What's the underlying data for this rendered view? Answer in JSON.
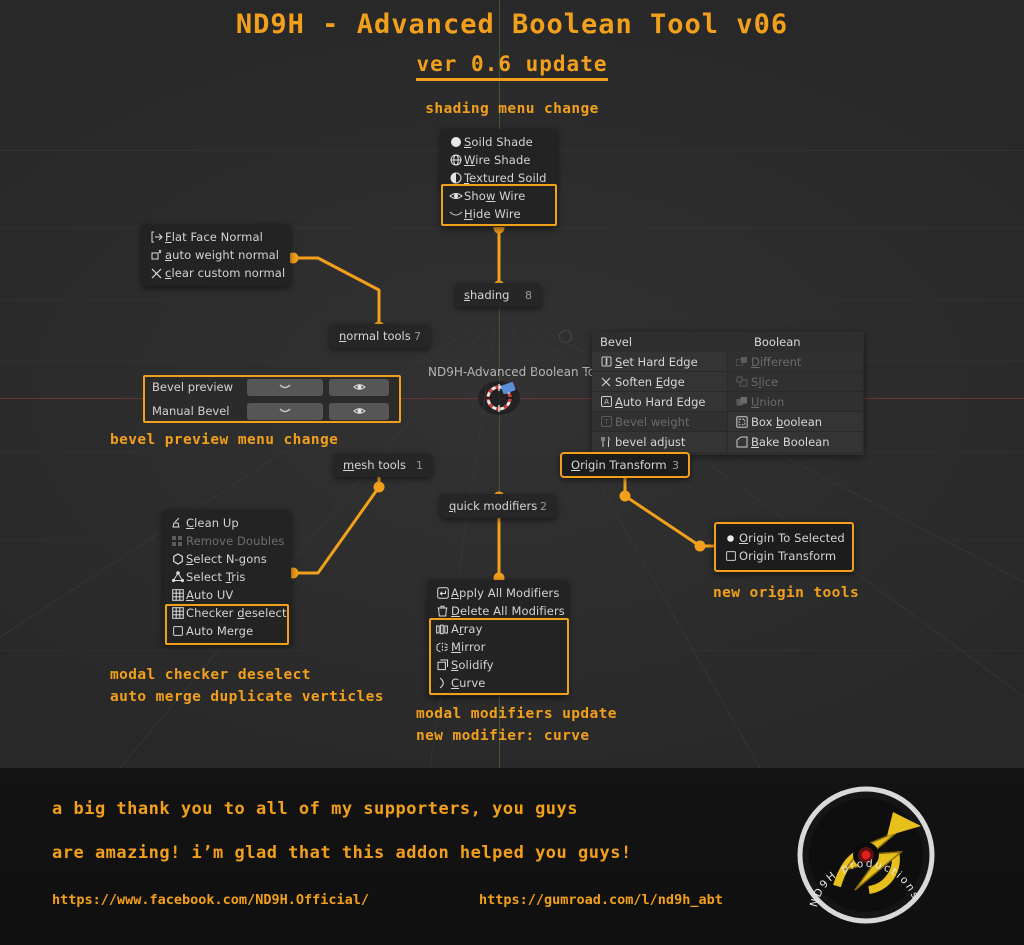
{
  "header": {
    "title": "ND9H - Advanced Boolean Tool v06",
    "subtitle": "ver 0.6 update",
    "shading_caption": "shading menu change"
  },
  "viewport": {
    "object_label": "ND9H-Advanced Boolean Tool",
    "cursor_icon": "3d-cursor-icon"
  },
  "nodes": {
    "shading": {
      "label": "shading",
      "count": "8"
    },
    "normal_tools": {
      "label": "normal tools",
      "count": "7"
    },
    "mesh_tools": {
      "label": "mesh tools",
      "count": "1"
    },
    "quick_modifiers": {
      "label": "quick modifiers",
      "count": "2"
    },
    "origin_transform": {
      "label": "Origin Transform",
      "count": "3"
    }
  },
  "shading_menu": {
    "items": [
      {
        "label": "Soild Shade",
        "icon": "filled-circle-icon",
        "accel": "S",
        "dim": false,
        "highlight": false
      },
      {
        "label": "Wire Shade",
        "icon": "wireframe-globe-icon",
        "accel": "W",
        "dim": false,
        "highlight": false
      },
      {
        "label": "Textured Soild",
        "icon": "half-shaded-circle-icon",
        "accel": "T",
        "dim": false,
        "highlight": false
      },
      {
        "label": "Show Wire",
        "icon": "eye-icon",
        "accel": "w",
        "dim": false,
        "highlight": true
      },
      {
        "label": "Hide Wire",
        "icon": "closed-eye-icon",
        "accel": "H",
        "dim": false,
        "highlight": true
      }
    ]
  },
  "normal_tools_menu": {
    "items": [
      {
        "label": "Flat Face Normal",
        "icon": "flat-normal-icon",
        "accel": "F",
        "dim": false
      },
      {
        "label": "auto weight normal",
        "icon": "weight-normal-icon",
        "accel": "a",
        "dim": false
      },
      {
        "label": "clear custom normal",
        "icon": "x-icon",
        "accel": "c",
        "dim": false
      }
    ]
  },
  "bevel_preview": {
    "rows": [
      {
        "label": "Bevel preview",
        "dropdown_icon": "chevron-down-icon",
        "eye_icon": "eye-icon"
      },
      {
        "label": "Manual Bevel",
        "dropdown_icon": "chevron-down-icon",
        "eye_icon": "eye-icon"
      }
    ],
    "caption": "bevel preview menu change"
  },
  "bevel_boolean_panel": {
    "bevel_header": "Bevel",
    "boolean_header": "Boolean",
    "bevel_items": [
      {
        "label": "Set Hard Edge",
        "icon": "hard-edge-icon",
        "accel": "S",
        "dim": false
      },
      {
        "label": "Soften Edge",
        "icon": "x-icon",
        "accel": "E",
        "dim": false
      },
      {
        "label": "Auto Hard Edge",
        "icon": "letter-a-icon",
        "accel": "A",
        "dim": false
      },
      {
        "label": "Bevel weight",
        "icon": "letter-t-icon",
        "accel": "",
        "dim": true
      },
      {
        "label": "bevel adjust",
        "icon": "wrench-icon",
        "accel": "",
        "dim": false
      }
    ],
    "boolean_items": [
      {
        "label": "Different",
        "icon": "difference-icon",
        "accel": "D",
        "dim": true
      },
      {
        "label": "Slice",
        "icon": "slice-icon",
        "accel": "l",
        "dim": true
      },
      {
        "label": "Union",
        "icon": "union-icon",
        "accel": "U",
        "dim": true
      },
      {
        "label": "Box boolean",
        "icon": "box-boolean-icon",
        "accel": "b",
        "dim": false
      },
      {
        "label": "Bake Boolean",
        "icon": "bake-icon",
        "accel": "B",
        "dim": false
      }
    ]
  },
  "origin_tools_menu": {
    "items": [
      {
        "label": "Origin To Selected",
        "icon": "radio-filled-icon",
        "accel": "O"
      },
      {
        "label": "Origin Transform",
        "icon": "checkbox-icon",
        "accel": ""
      }
    ],
    "caption": "new origin tools"
  },
  "mesh_tools_menu": {
    "items": [
      {
        "label": "Clean Up",
        "icon": "broom-icon",
        "accel": "C",
        "dim": false,
        "highlight": false
      },
      {
        "label": "Remove Doubles",
        "icon": "dots-grid-icon",
        "accel": "",
        "dim": true,
        "highlight": false
      },
      {
        "label": "Select N-gons",
        "icon": "hexagon-icon",
        "accel": "S",
        "dim": false,
        "highlight": false
      },
      {
        "label": "Select Tris",
        "icon": "triangle-icon",
        "accel": "T",
        "dim": false,
        "highlight": false
      },
      {
        "label": "Auto UV",
        "icon": "uv-grid-icon",
        "accel": "A",
        "dim": false,
        "highlight": false
      },
      {
        "label": "Checker deselect",
        "icon": "checker-icon",
        "accel": "d",
        "dim": false,
        "highlight": true
      },
      {
        "label": "Auto Merge",
        "icon": "checkbox-icon",
        "accel": "",
        "dim": false,
        "highlight": true
      }
    ],
    "caption_line1": "modal checker deselect",
    "caption_line2": "auto merge duplicate verticles"
  },
  "modifiers_menu": {
    "items": [
      {
        "label": "Apply All Modifiers",
        "icon": "apply-icon",
        "accel": "A",
        "highlight": false
      },
      {
        "label": "Delete All Modifiers",
        "icon": "trash-icon",
        "accel": "D",
        "highlight": false
      },
      {
        "label": "Array",
        "icon": "array-icon",
        "accel": "r",
        "highlight": true
      },
      {
        "label": "Mirror",
        "icon": "mirror-icon",
        "accel": "M",
        "highlight": true
      },
      {
        "label": "Solidify",
        "icon": "solidify-icon",
        "accel": "S",
        "highlight": true
      },
      {
        "label": "Curve",
        "icon": "curve-icon",
        "accel": "C",
        "highlight": true
      }
    ],
    "caption_line1": "modal modifiers update",
    "caption_line2": "new modifier: curve"
  },
  "footer": {
    "thanks_line1": "a big thank you to all of my supporters, you guys",
    "thanks_line2": "are amazing! i’m glad that this addon helped you guys!",
    "facebook_link": "https://www.facebook.com/ND9H.Official/",
    "gumroad_link": "https://gumroad.com/l/nd9h_abt",
    "logo": {
      "brand": "ND9H productions",
      "icon": "nd9h-logo-icon"
    }
  },
  "colors": {
    "accent": "#f2a01c",
    "background": "#2d2d2d",
    "panel": "#232323",
    "footer": "#111111",
    "axis_red": "#6b3236",
    "axis_green": "#3c5a32"
  }
}
